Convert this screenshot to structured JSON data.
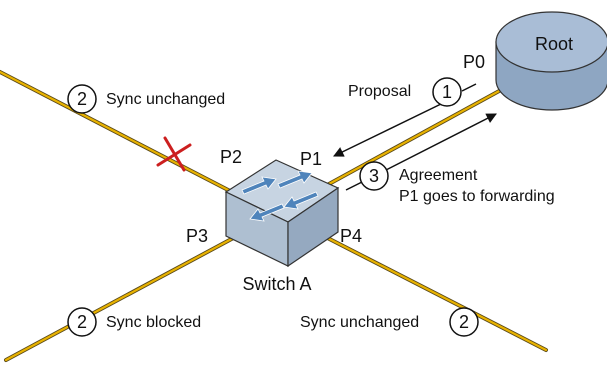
{
  "root": {
    "label": "Root",
    "port": "P0"
  },
  "switch": {
    "label": "Switch A",
    "ports": {
      "p1": "P1",
      "p2": "P2",
      "p3": "P3",
      "p4": "P4"
    }
  },
  "messages": {
    "proposal": {
      "step": "1",
      "label": "Proposal"
    },
    "agreement": {
      "step": "3",
      "line1": "Agreement",
      "line2": "P1 goes to forwarding"
    }
  },
  "links": {
    "upper_left": {
      "step": "2",
      "label": "Sync unchanged"
    },
    "lower_left": {
      "step": "2",
      "label": "Sync blocked"
    },
    "lower_right": {
      "step": "2",
      "label": "Sync unchanged"
    }
  },
  "colors": {
    "link": "#e8b200",
    "link_outline": "#5a4a1a",
    "switch_top": "#c7d4e2",
    "switch_front": "#aebfd1",
    "switch_side": "#95a9c0",
    "root_fill": "#a9bdd6",
    "arrow_fill": "#4f84bb",
    "blocked_mark": "#cc1f1f"
  },
  "icons": [
    "switch-arrows-icon",
    "blocked-x-icon",
    "step-circle-icon"
  ]
}
